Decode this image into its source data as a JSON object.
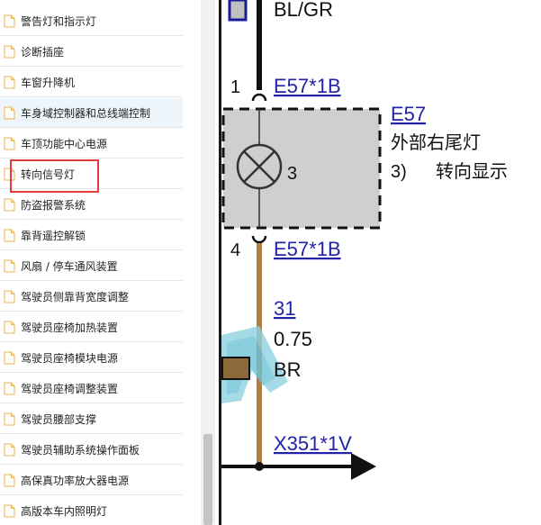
{
  "sidebar": {
    "items": [
      {
        "label": "警告灯和指示灯"
      },
      {
        "label": "诊断插座"
      },
      {
        "label": "车窗升降机"
      },
      {
        "label": "车身域控制器和总线端控制"
      },
      {
        "label": "车顶功能中心电源"
      },
      {
        "label": "转向信号灯"
      },
      {
        "label": "防盗报警系统"
      },
      {
        "label": "靠背遥控解锁"
      },
      {
        "label": "风扇 / 停车通风装置"
      },
      {
        "label": "驾驶员侧靠背宽度调整"
      },
      {
        "label": "驾驶员座椅加热装置"
      },
      {
        "label": "驾驶员座椅模块电源"
      },
      {
        "label": "驾驶员座椅调整装置"
      },
      {
        "label": "驾驶员腰部支撑"
      },
      {
        "label": "驾驶员辅助系统操作面板"
      },
      {
        "label": "高保真功率放大器电源"
      },
      {
        "label": "高版本车内照明灯"
      }
    ]
  },
  "diagram": {
    "wire_top_label": "BL/GR",
    "pin_top": "1",
    "connector_top": "E57*1B",
    "component_id": "E57",
    "component_name": "外部右尾灯",
    "note_number": "3)",
    "note_text": "转向显示",
    "lamp_pin": "3",
    "pin_bottom": "4",
    "connector_bottom": "E57*1B",
    "wire_ref": "31",
    "wire_size": "0.75",
    "wire_color": "BR",
    "ground_connector": "X351*1V"
  },
  "colors": {
    "highlight_box": "#e53a3a",
    "link": "#2323a8",
    "component_fill": "#cfcfcf",
    "wire_brown": "#b07d45",
    "selected_row": "#eef6fb"
  }
}
